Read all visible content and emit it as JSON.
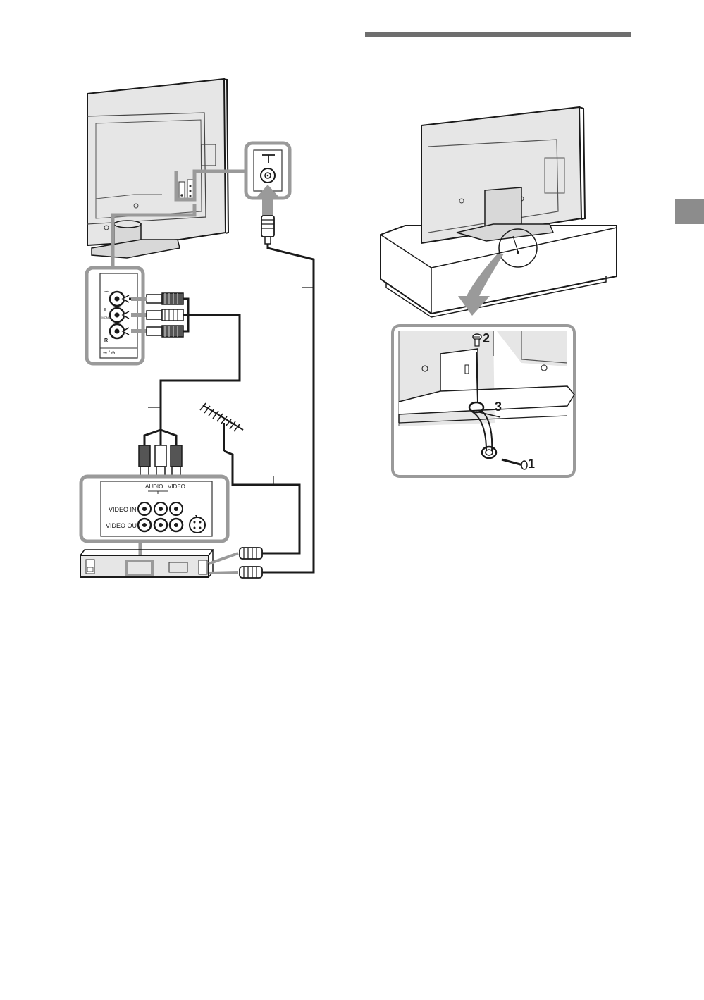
{
  "left_diagram": {
    "panel_labels": {
      "l_mono": "L",
      "mono_tag": "(MONO)",
      "r": "R",
      "audio": "AUDIO",
      "video": "VIDEO",
      "video_in": "VIDEO IN",
      "video_out": "VIDEO OUT"
    }
  },
  "right_diagram": {
    "step_numbers": {
      "step1": "1",
      "step2": "2",
      "step3": "3"
    }
  },
  "colors": {
    "line": "#1a1a1a",
    "highlight_gray": "#9a9a9a",
    "tv_fill": "#e6e6e6",
    "side_tab": "#8c8c8c"
  },
  "icons": [
    "tv-back",
    "av-panel",
    "rca-plug",
    "antenna",
    "vcr",
    "coax-plug",
    "arrow",
    "screw",
    "strap",
    "tv-stand"
  ]
}
